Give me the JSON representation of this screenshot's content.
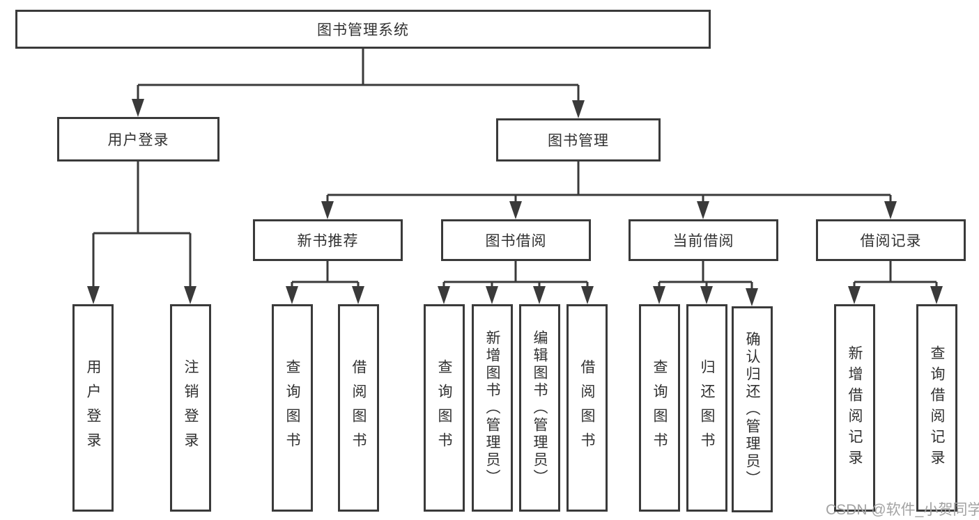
{
  "diagram": {
    "root": {
      "label": "图书管理系统"
    },
    "level2": [
      {
        "label": "用户登录"
      },
      {
        "label": "图书管理"
      }
    ],
    "level3": [
      {
        "label": "新书推荐",
        "parent": "图书管理"
      },
      {
        "label": "图书借阅",
        "parent": "图书管理"
      },
      {
        "label": "当前借阅",
        "parent": "图书管理"
      },
      {
        "label": "借阅记录",
        "parent": "图书管理"
      }
    ],
    "leaves": [
      {
        "label": "用户登录",
        "parent": "用户登录"
      },
      {
        "label": "注销登录",
        "parent": "用户登录"
      },
      {
        "label": "查询图书",
        "parent": "新书推荐"
      },
      {
        "label": "借阅图书",
        "parent": "新书推荐"
      },
      {
        "label": "查询图书",
        "parent": "图书借阅"
      },
      {
        "label": "新增图书（管理员）",
        "parent": "图书借阅"
      },
      {
        "label": "编辑图书（管理员）",
        "parent": "图书借阅"
      },
      {
        "label": "借阅图书",
        "parent": "图书借阅"
      },
      {
        "label": "查询图书",
        "parent": "当前借阅"
      },
      {
        "label": "归还图书",
        "parent": "当前借阅"
      },
      {
        "label": "确认归还（管理员）",
        "parent": "当前借阅"
      },
      {
        "label": "新增借阅记录",
        "parent": "借阅记录"
      },
      {
        "label": "查询借阅记录",
        "parent": "借阅记录"
      }
    ],
    "watermark": "CSDN @软件_小贺同学",
    "colors": {
      "line": "#3a3a3a",
      "text": "#313131",
      "background": "#ffffff",
      "watermark": "#a3a3a3"
    }
  }
}
